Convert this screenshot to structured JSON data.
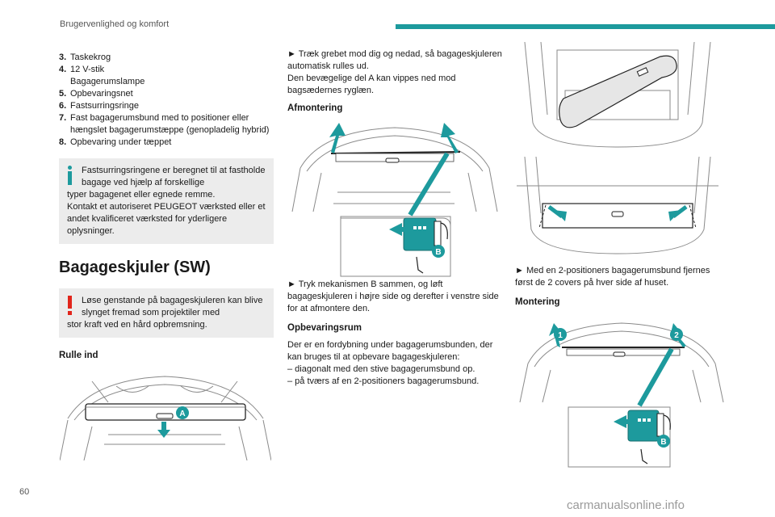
{
  "header": {
    "title": "Brugervenlighed og komfort"
  },
  "page_number": "60",
  "watermark": "carmanualsonline.info",
  "column1": {
    "list": [
      {
        "num": "3.",
        "text": "Taskekrog"
      },
      {
        "num": "4.",
        "text": "12 V-stik\nBagagerumslampe"
      },
      {
        "num": "5.",
        "text": "Opbevaringsnet"
      },
      {
        "num": "6.",
        "text": "Fastsurringsringe"
      },
      {
        "num": "7.",
        "text": "Fast bagagerumsbund med to positioner eller hængslet bagagerumstæppe (genopladelig hybrid)"
      },
      {
        "num": "8.",
        "text": "Opbevaring under tæppet"
      }
    ],
    "info_line1": "Fastsurringsringene er beregnet til at fastholde bagage ved hjælp af forskellige",
    "info_line2": "typer bagagenet eller egnede remme.\nKontakt et autoriseret PEUGEOT værksted eller et andet kvalificeret værksted for yderligere oplysninger.",
    "section_title": "Bagageskjuler (SW)",
    "warn_line1": "Løse genstande på bagageskjuleren kan blive slynget fremad som projektiler med",
    "warn_line2": "stor kraft ved en hård opbremsning.",
    "rulle_heading": "Rulle ind",
    "fig_label_a": "A"
  },
  "column2": {
    "p1": "► Træk grebet mod dig og nedad, så bagageskjuleren automatisk rulles ud.\nDen bevægelige del A kan vippes ned mod bagsædernes ryglæn.",
    "afmontering_heading": "Afmontering",
    "fig_label_b": "B",
    "p2": "► Tryk mekanismen B sammen, og løft bagageskjuleren i højre side og derefter i venstre side for at afmontere den.",
    "opbevaring_heading": "Opbevaringsrum",
    "p3": "Der er en fordybning under bagagerumsbunden, der kan bruges til at opbevare bagageskjuleren:\n– diagonalt med den stive bagagerumsbund op.\n– på tværs af en 2-positioners bagagerumsbund."
  },
  "column3": {
    "p1": "► Med en 2-positioners bagagerumsbund fjernes først de 2 covers på hver side af huset.",
    "montering_heading": "Montering",
    "fig_label_1": "1",
    "fig_label_2": "2",
    "fig_label_b": "B"
  },
  "colors": {
    "accent": "#1d9a9d",
    "warning": "#e1251b",
    "box": "#ececec"
  }
}
